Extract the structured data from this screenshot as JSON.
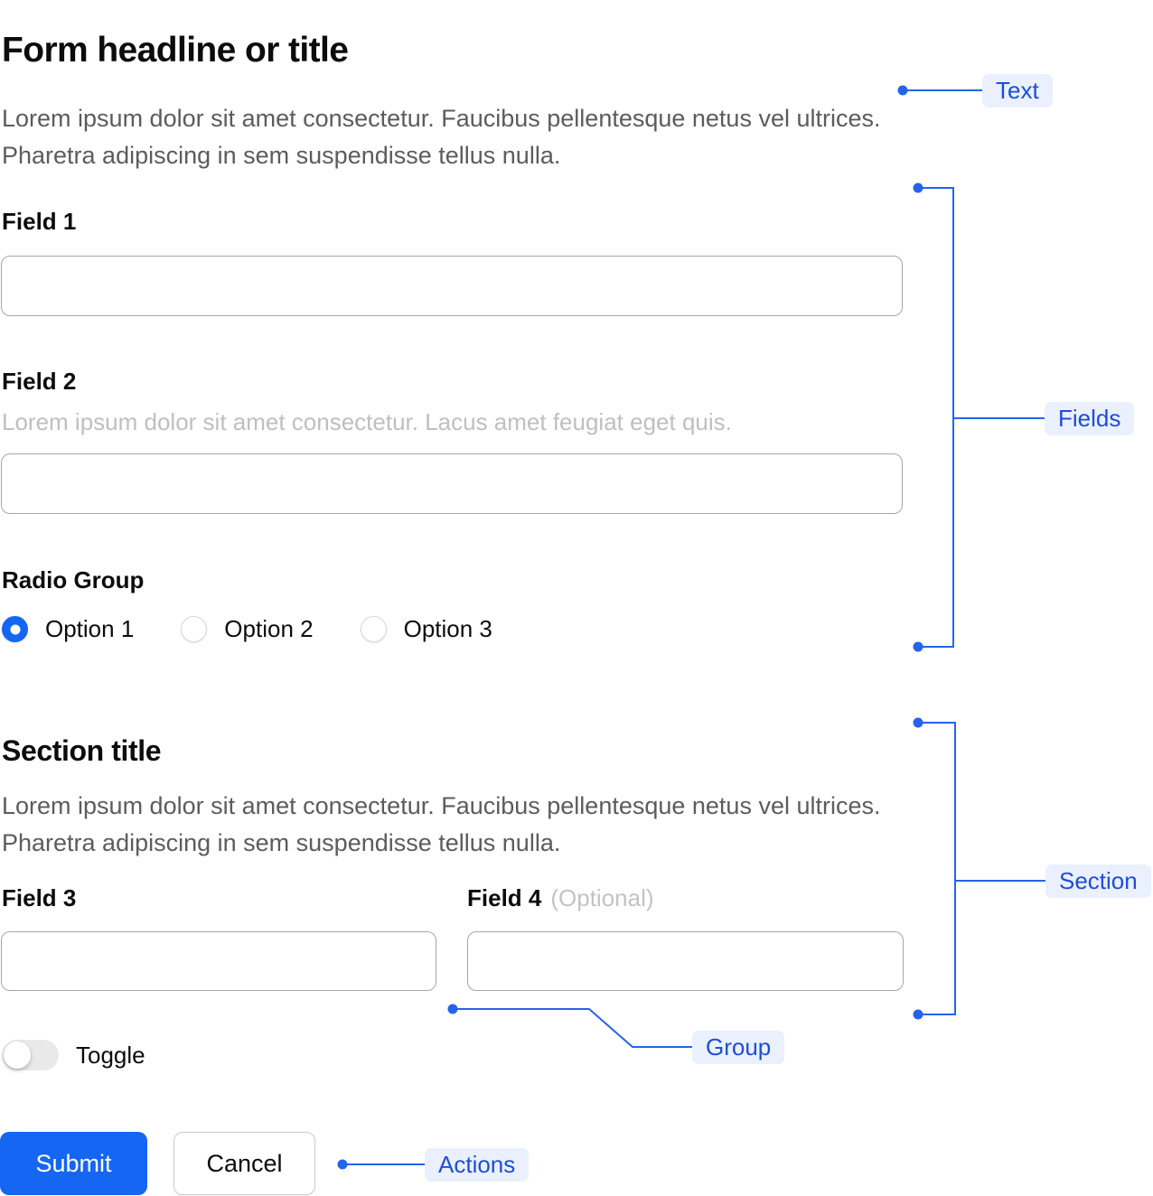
{
  "colors": {
    "accent_blue": "#1566f2",
    "annotation_line_blue": "#2563eb",
    "annotation_badge_bg": "#eaf0fe",
    "annotation_badge_text": "#1d4ed8",
    "input_border": "#a6a6a6",
    "muted_text": "#5c5c5c",
    "hint_text": "#bfbfbf"
  },
  "form": {
    "title": "Form headline or title",
    "intro": "Lorem ipsum dolor sit amet consectetur. Faucibus pellentesque netus vel ultrices. Pharetra adipiscing in sem suspendisse tellus nulla.",
    "field1": {
      "label": "Field 1",
      "value": ""
    },
    "field2": {
      "label": "Field 2",
      "hint": "Lorem ipsum dolor sit amet consectetur. Lacus amet feugiat eget quis.",
      "value": ""
    },
    "radio_group": {
      "label": "Radio Group",
      "options": [
        {
          "label": "Option 1",
          "selected": true
        },
        {
          "label": "Option 2",
          "selected": false
        },
        {
          "label": "Option 3",
          "selected": false
        }
      ]
    },
    "section": {
      "title": "Section title",
      "intro": "Lorem ipsum dolor sit amet consectetur. Faucibus pellentesque netus vel ultrices. Pharetra adipiscing in sem suspendisse tellus nulla.",
      "field3": {
        "label": "Field 3",
        "value": ""
      },
      "field4": {
        "label": "Field 4",
        "optional_label": "(Optional)",
        "value": ""
      },
      "toggle": {
        "label": "Toggle",
        "on": false
      }
    },
    "actions": {
      "submit_label": "Submit",
      "cancel_label": "Cancel"
    }
  },
  "annotations": {
    "text_label": "Text",
    "fields_label": "Fields",
    "section_label": "Section",
    "group_label": "Group",
    "actions_label": "Actions"
  }
}
